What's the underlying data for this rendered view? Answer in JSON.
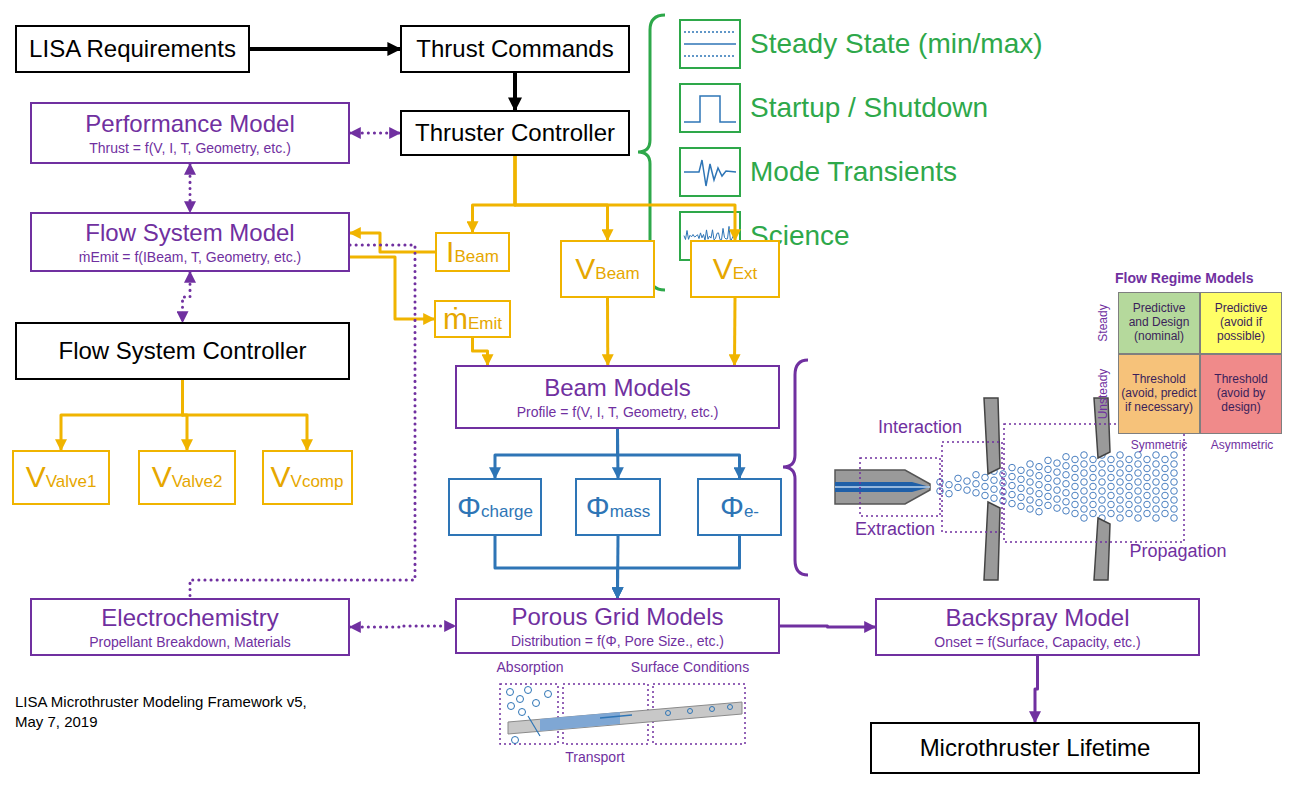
{
  "diagram": {
    "caption": "LISA Microthruster Modeling Framework v5, May 7, 2019",
    "nodes": [
      {
        "text": [
          "LISA Requirements"
        ]
      },
      {
        "text": [
          "Thrust Commands"
        ]
      },
      {
        "text": [
          "Steady State (min/max)"
        ]
      },
      {
        "text": [
          "Startup / Shutdown"
        ]
      },
      {
        "text": [
          "Mode Transients"
        ]
      },
      {
        "text": [
          "Science"
        ]
      },
      {
        "text": [
          "Performance Model",
          "Thrust = f(V, I, T, Geometry, etc.)"
        ]
      },
      {
        "text": [
          "Thruster Controller"
        ]
      },
      {
        "text": [
          "Flow System Model",
          "ṁEmit = f(IBeam, T, Geometry, etc.)"
        ]
      },
      {
        "text": [
          "IBeam"
        ]
      },
      {
        "text": [
          "VBeam"
        ]
      },
      {
        "text": [
          "VExt"
        ]
      },
      {
        "text": [
          "ṁEmit"
        ]
      },
      {
        "text": [
          "Flow Regime Models"
        ]
      },
      {
        "text": [
          "Predictive and Design (nominal)"
        ],
        "in": 13
      },
      {
        "text": [
          "Predictive (avoid if possible)"
        ],
        "in": 13
      },
      {
        "text": [
          "Threshold (avoid, predict if necessary)"
        ],
        "in": 13
      },
      {
        "text": [
          "Threshold (avoid by design)"
        ],
        "in": 13
      },
      {
        "text": [
          "Flow System Controller"
        ]
      },
      {
        "text": [
          "Beam Models",
          "Profile = f(V, I, T, Geometry, etc.)"
        ]
      },
      {
        "text": [
          "VValve1"
        ]
      },
      {
        "text": [
          "VValve2"
        ]
      },
      {
        "text": [
          "VVcomp"
        ]
      },
      {
        "text": [
          "Φcharge"
        ]
      },
      {
        "text": [
          "Φmass"
        ]
      },
      {
        "text": [
          "Φe-"
        ]
      },
      {
        "text": [
          "Electrochemistry",
          "Propellant Breakdown, Materials"
        ]
      },
      {
        "text": [
          "Porous Grid Models",
          "Distribution = f(Φ, Pore Size., etc.)"
        ]
      },
      {
        "text": [
          "Backspray Model",
          "Onset = f(Surface, Capacity, etc.)"
        ]
      },
      {
        "text": [
          "Microthruster Lifetime"
        ]
      }
    ],
    "edges": [
      {
        "from": 0,
        "to": 1,
        "arrow": "to"
      },
      {
        "from": 1,
        "to": 7,
        "arrow": "to"
      },
      {
        "from": 6,
        "to": 7,
        "arrow": "both"
      },
      {
        "from": 6,
        "to": 8,
        "arrow": "both"
      },
      {
        "from": 8,
        "to": 18,
        "arrow": "both"
      },
      {
        "from": 7,
        "to": 9,
        "arrow": "to"
      },
      {
        "from": 7,
        "to": 10,
        "arrow": "to"
      },
      {
        "from": 7,
        "to": 11,
        "arrow": "to"
      },
      {
        "from": 9,
        "to": 8,
        "arrow": "to"
      },
      {
        "from": 8,
        "to": 12,
        "arrow": "to"
      },
      {
        "from": 12,
        "to": 19,
        "arrow": "to"
      },
      {
        "from": 10,
        "to": 19,
        "arrow": "to"
      },
      {
        "from": 11,
        "to": 19,
        "arrow": "to"
      },
      {
        "from": 18,
        "to": 20,
        "arrow": "to"
      },
      {
        "from": 18,
        "to": 21,
        "arrow": "to"
      },
      {
        "from": 18,
        "to": 22,
        "arrow": "to"
      },
      {
        "from": 8,
        "to": 26,
        "arrow": "none"
      },
      {
        "from": 19,
        "to": 23,
        "arrow": "to"
      },
      {
        "from": 19,
        "to": 24,
        "arrow": "to"
      },
      {
        "from": 19,
        "to": 25,
        "arrow": "to"
      },
      {
        "from": 23,
        "to": 27,
        "arrow": "to"
      },
      {
        "from": 24,
        "to": 27,
        "arrow": "to"
      },
      {
        "from": 25,
        "to": 27,
        "arrow": "to"
      },
      {
        "from": 26,
        "to": 27,
        "arrow": "both"
      },
      {
        "from": 27,
        "to": 28,
        "arrow": "to"
      },
      {
        "from": 28,
        "to": 29,
        "arrow": "to"
      }
    ],
    "labels": [
      "Interaction",
      "Extraction",
      "Propagation",
      "Steady",
      "Unsteady",
      "Symmetric",
      "Asymmetric",
      "Absorption",
      "Surface Conditions",
      "Transport"
    ]
  }
}
